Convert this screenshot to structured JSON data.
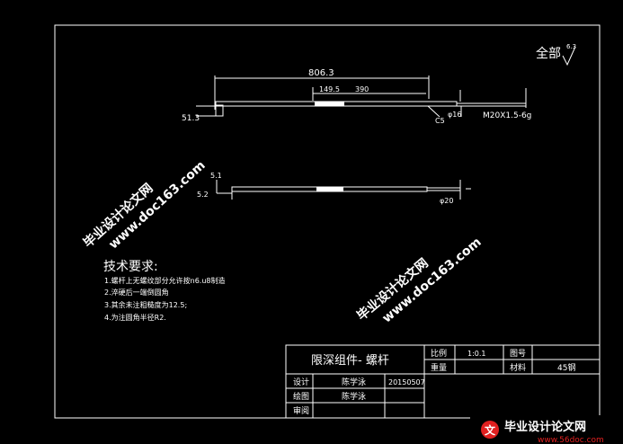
{
  "surface_finish": {
    "label": "全部",
    "value": "6.3"
  },
  "dimensions": {
    "overall_length": "806.3",
    "seg_a": "149.5",
    "seg_b": "390",
    "left_height": "51.3",
    "chamfer": "C5",
    "diameter_small": "φ16",
    "thread": "M20X1.5-6g",
    "view2_a": "5.1",
    "view2_b": "5.2",
    "view2_diameter": "φ20"
  },
  "technical_requirements": {
    "title": "技术要求:",
    "items": [
      "1.螺杆上无螺纹部分允许按n6.u8制造",
      "2.淬硬后一端倒圆角",
      "3.其余未注粗糙度为12.5;",
      "4.为注圆角半径R2."
    ]
  },
  "title_block": {
    "part_name": "限深组件- 螺杆",
    "scale_label": "比例",
    "scale_value": "1:0.1",
    "drawing_no_label": "图号",
    "weight_label": "重量",
    "material_label": "材料",
    "material_value": "45钢",
    "design_label": "设计",
    "design_name": "陈学泳",
    "design_date": "20150507",
    "draw_label": "绘图",
    "draw_name": "陈学泳",
    "review_label": "审阅"
  },
  "watermarks": {
    "site_cn": "毕业设计论文网",
    "site_url": "www.doc163.com",
    "footer_cn": "毕业设计论文网",
    "footer_url": "www.56doc.com"
  },
  "colors": {
    "background": "#000000",
    "line": "#ffffff",
    "watermark": "#ffffff",
    "brand_red": "#e02020"
  }
}
